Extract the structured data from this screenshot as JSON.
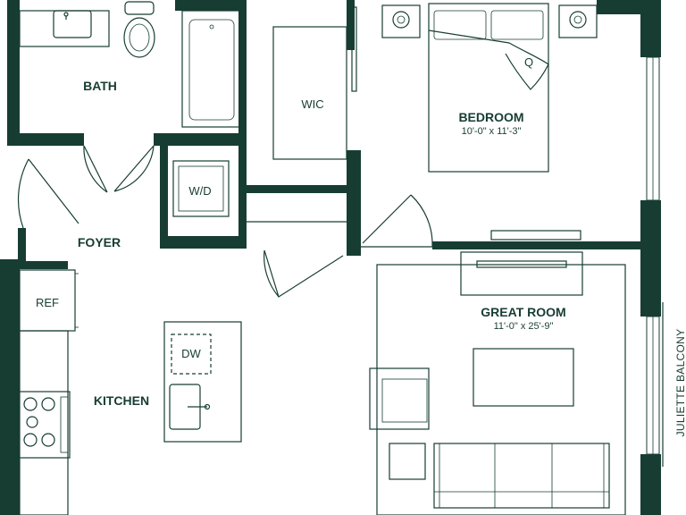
{
  "rooms": {
    "bath": "BATH",
    "bedroom": "BEDROOM",
    "bedroom_size": "10'-0\" x 11'-3\"",
    "wic": "WIC",
    "foyer": "FOYER",
    "kitchen": "KITCHEN",
    "great_room": "GREAT ROOM",
    "great_room_size": "11'-0\" x 25'-9\""
  },
  "fixtures": {
    "washer_dryer": "W/D",
    "refrigerator": "REF",
    "dishwasher": "DW",
    "bed_size": "Q"
  },
  "exterior": {
    "balcony": "JULIETTE BALCONY"
  },
  "colors": {
    "wall": "#173d33",
    "background": "#ffffff"
  }
}
